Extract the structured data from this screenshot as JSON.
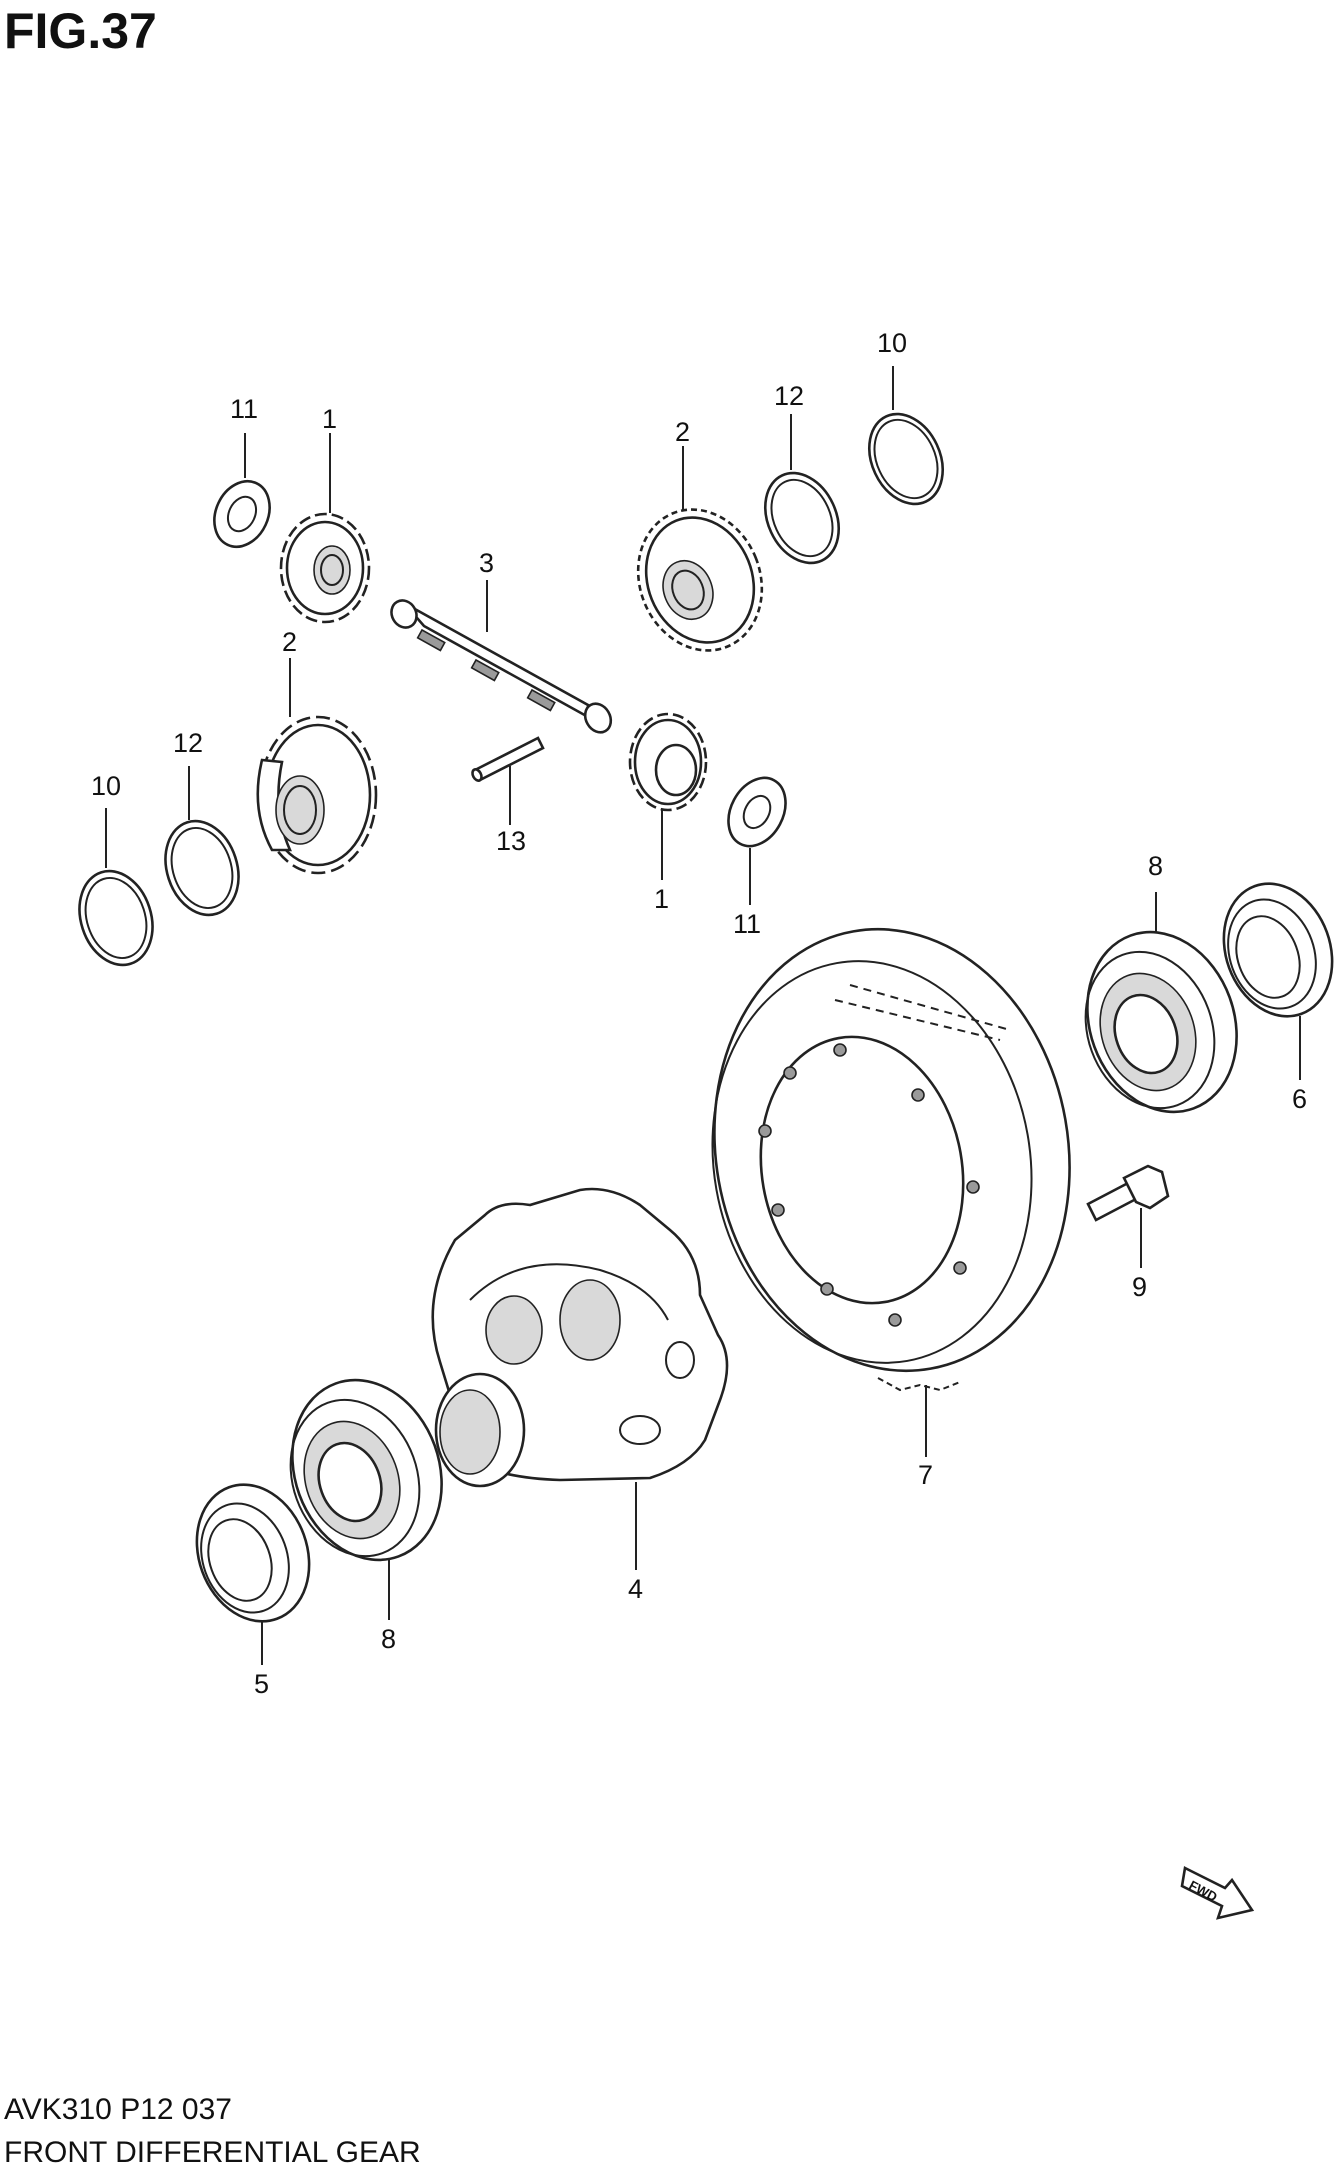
{
  "figure": {
    "title": "FIG.37",
    "code": "AVK310 P12 037",
    "caption": "FRONT DIFFERENTIAL GEAR",
    "fwd_label": "FWD"
  },
  "callouts": {
    "c11a": "11",
    "c1a": "1",
    "c2a": "2",
    "c12a": "12",
    "c10a": "10",
    "c3": "3",
    "c2b": "2",
    "c12b": "12",
    "c10b": "10",
    "c13": "13",
    "c1b": "1",
    "c11b": "11",
    "c8a": "8",
    "c6": "6",
    "c9": "9",
    "c7": "7",
    "c4": "4",
    "c8b": "8",
    "c5": "5"
  }
}
